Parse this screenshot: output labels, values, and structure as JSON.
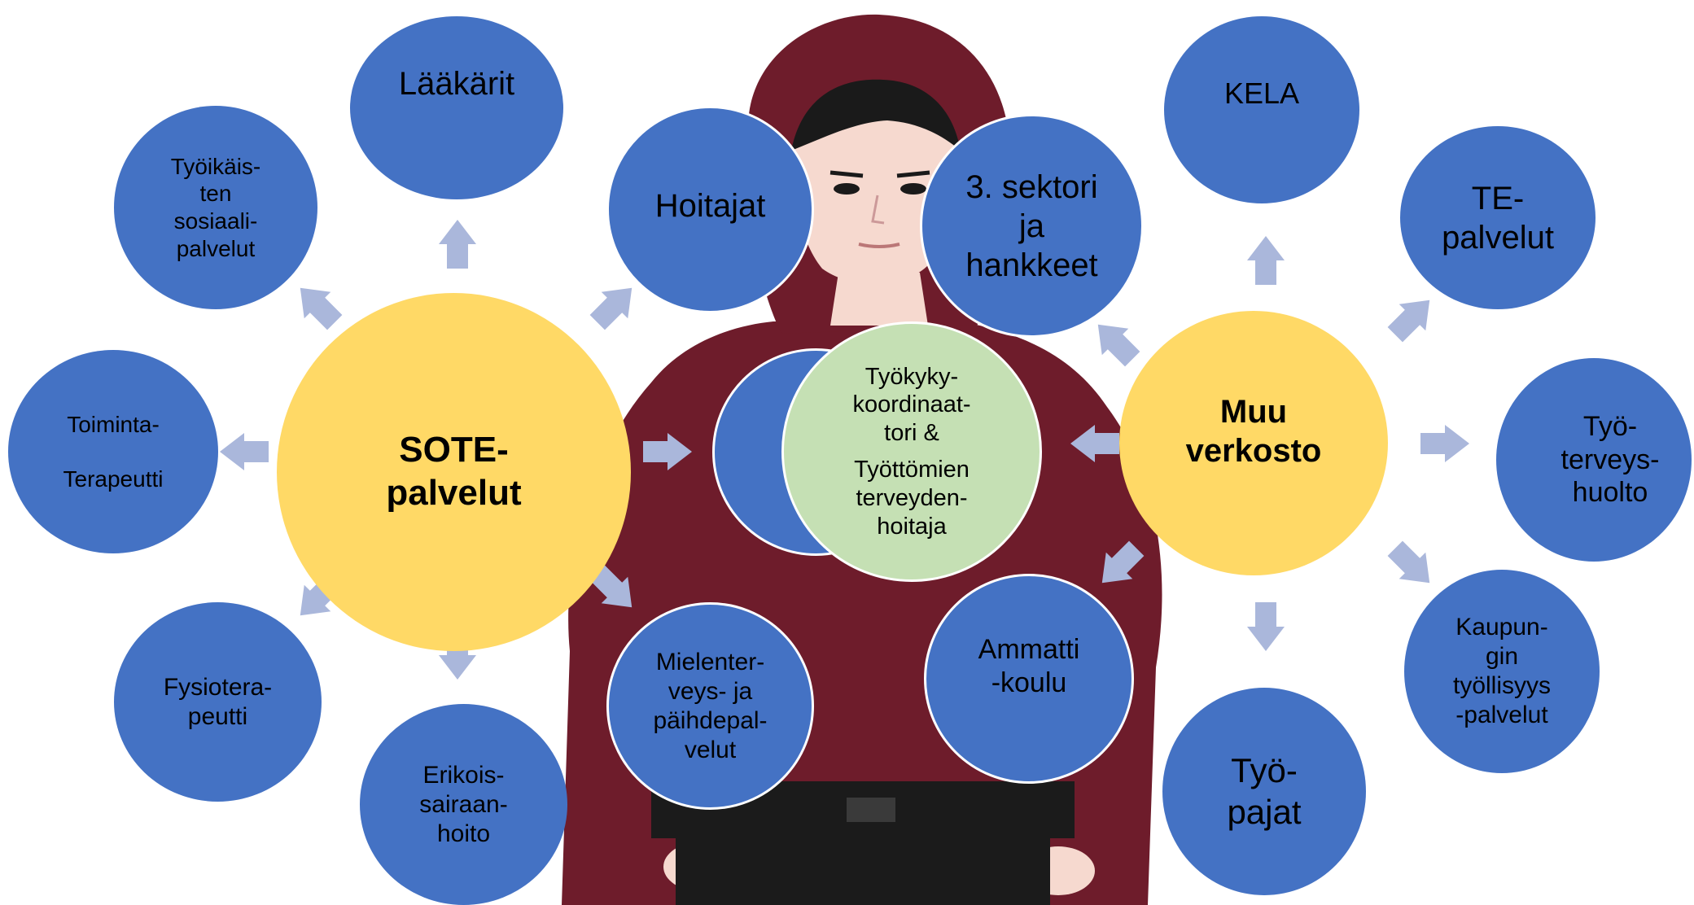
{
  "colors": {
    "blue": "#4472c4",
    "yellow": "#ffd966",
    "green": "#c5e0b4",
    "arrow": "#aab7db",
    "hoodie": "#6e1c2b",
    "skin": "#f6d9cf"
  },
  "nodes": {
    "laakarit": "Lääkärit",
    "tyoikaisten": "Työikäis-\nten\nsosiaali-\npalvelut",
    "hoitajat": "Hoitajat",
    "sektori": "3. sektori\nja\nhankkeet",
    "kela": "KELA",
    "te_palvelut": "TE-\npalvelut",
    "toiminta": "Toiminta-\n\nTerapeutti",
    "sote": "SOTE-\npalvelut",
    "koordinaattori_1": "Työkyky-\nkoordinaat-\ntori &",
    "koordinaattori_2": "Työttömien\nterveyden-\nhoitaja",
    "muu_verkosto": "Muu\nverkosto",
    "tyoterveys": "Työ-\nterveys-\nhuolto",
    "fysio": "Fysiotera-\npeutti",
    "erikois": "Erikois-\nsairaan-\nhoito",
    "mielenterveys": "Mielenter-\nveys- ja\npäihdepal-\nvelut",
    "ammattikoulu": "Ammatti\n-koulu",
    "tyopajat": "Työ-\npajat",
    "kaupungin": "Kaupun-\ngin\ntyöllisyys\n-palvelut"
  },
  "icons": {
    "person": "hooded-person-illustration",
    "arrow": "block-arrow-icon"
  }
}
